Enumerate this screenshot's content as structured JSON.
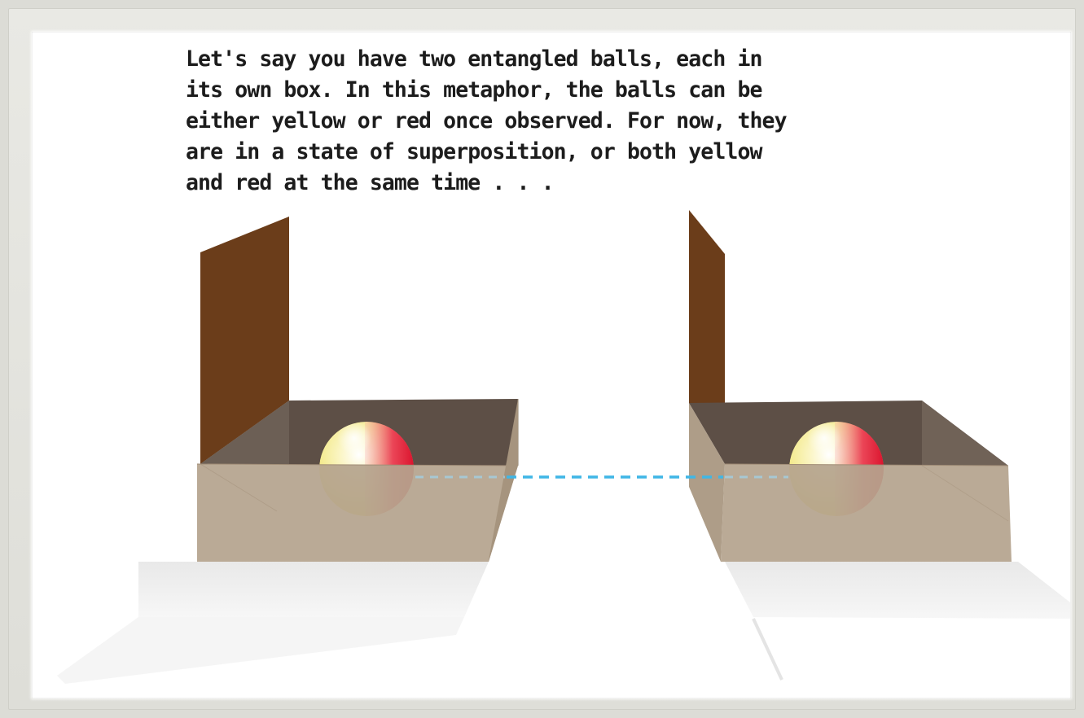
{
  "caption": "Let's say you have two entangled balls, each in\nits own box. In this metaphor, the balls can be\neither yellow or red once observed. For now, they\nare in a state of superposition, or both yellow\nand red at the same time . . .",
  "colors": {
    "box_front": "#b5a48e",
    "box_inner": "#5a4d45",
    "lid": "#6b3d1a",
    "entanglement_link": "#3fb6e6",
    "ball_yellow": "#f3e545",
    "ball_red": "#e8203c"
  },
  "scene": {
    "boxes": [
      {
        "name": "left-box",
        "ball_colors": [
          "yellow",
          "red"
        ]
      },
      {
        "name": "right-box",
        "ball_colors": [
          "yellow",
          "red"
        ]
      }
    ],
    "link": "dashed-line"
  }
}
